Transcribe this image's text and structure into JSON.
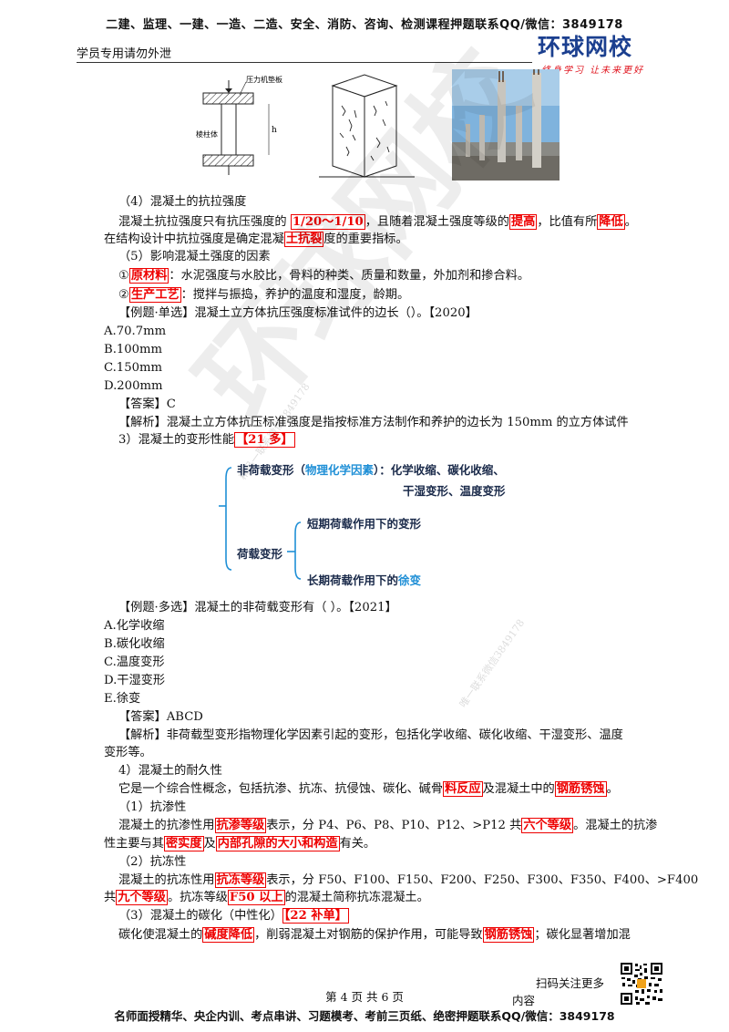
{
  "header": {
    "top_banner": "二建、监理、一建、一造、二造、安全、消防、咨询、检测课程押题联系QQ/微信：3849178",
    "left_note": "学员专用请勿外泄",
    "logo_text": "环球网校",
    "logo_slogan": "终身学习 让未来更好"
  },
  "figure": {
    "label_plate": "压力机垫板",
    "label_body": "棱柱体",
    "label_h": "h"
  },
  "section4": {
    "heading": "（4）混凝土的抗拉强度",
    "p1_a": "混凝土抗拉强度只有抗压强度的",
    "p1_h1": "1/20～1/10",
    "p1_b": "，且随着混凝土强度等级的",
    "p1_h2": "提高",
    "p1_c": "，比值有所",
    "p1_h3": "降低",
    "p1_d": "。",
    "p2_a": "在结构设计中抗拉强度是确定混凝",
    "p2_h1": "土抗裂",
    "p2_b": "度的重要指标。"
  },
  "section5": {
    "heading": "（5）影响混凝土强度的因素",
    "i1_pre": "①",
    "i1_h": "原材料",
    "i1_text": "：水泥强度与水胶比，骨料的种类、质量和数量，外加剂和掺合料。",
    "i2_pre": "②",
    "i2_h": "生产工艺",
    "i2_text": "：搅拌与振捣，养护的温度和湿度，龄期。"
  },
  "example1": {
    "question": "【例题·单选】混凝土立方体抗压强度标准试件的边长（）。【2020】",
    "options": [
      "A.70.7mm",
      "B.100mm",
      "C.150mm",
      "D.200mm"
    ],
    "answer": "【答案】C",
    "analysis": "【解析】混凝土立方体抗压标准强度是指按标准方法制作和养护的边长为 150mm 的立方体试件"
  },
  "section3": {
    "heading_a": "3）混凝土的变形性能",
    "heading_h": "【21 多】"
  },
  "mindmap": {
    "nonload_a": "非荷载变形（",
    "nonload_blue": "物理化学因素",
    "nonload_b": "）：化学收缩、碳化收缩、",
    "nonload_line2": "干湿变形、温度变形",
    "load": "荷载变形",
    "short": "短期荷载作用下的变形",
    "long_a": "长期荷载作用下的",
    "long_blue": "徐变"
  },
  "example2": {
    "question": "【例题·多选】混凝土的非荷载变形有（ ）。【2021】",
    "options": [
      "A.化学收缩",
      "B.碳化收缩",
      "C.温度变形",
      "D.干湿变形",
      "E.徐变"
    ],
    "answer": "【答案】ABCD",
    "analysis_l1": "【解析】非荷载型变形指物理化学因素引起的变形，包括化学收缩、碳化收缩、干湿变形、温度",
    "analysis_l2": "变形等。"
  },
  "section_durability": {
    "heading": "4）混凝土的耐久性",
    "p_a": "它是一个综合性概念，包括抗渗、抗冻、抗侵蚀、碳化、碱骨",
    "p_h1": "料反应",
    "p_b": "及混凝土中的",
    "p_h2": "钢筋锈蚀",
    "p_c": "。",
    "sub1": "（1）抗渗性",
    "s1_a": "混凝土的抗渗性用",
    "s1_h1": "抗渗等级",
    "s1_b": "表示，分 P4、P6、P8、P10、P12、>P12 共",
    "s1_h2": "六个等级",
    "s1_c": "。混凝土的抗渗",
    "s1_d": "性主要与其",
    "s1_h3": "密实度",
    "s1_e": "及",
    "s1_h4": "内部孔隙的大小和构造",
    "s1_f": "有关。",
    "sub2": "（2）抗冻性",
    "s2_a": "混凝土的抗冻性用",
    "s2_h1": "抗冻等级",
    "s2_b": "表示，分 F50、F100、F150、F200、F250、F300、F350、F400、>F400",
    "s2_c": "共",
    "s2_h2": "九个等级",
    "s2_d": "。抗冻等级",
    "s2_h3": "F50 以上",
    "s2_e": "的混凝土简称抗冻混凝土。",
    "sub3_a": "（3）混凝土的碳化（中性化）",
    "sub3_h": "【22 补单】",
    "s3_a": "碳化使混凝土的",
    "s3_h1": "碱度降低",
    "s3_b": "，削弱混凝土对钢筋的保护作用，可能导致",
    "s3_h2": "钢筋锈蚀",
    "s3_c": "；碳化显著增加混"
  },
  "watermark": {
    "big": "环球网校",
    "small1": "精品一联系微信3849178",
    "small2": "唯一联系微信3849178"
  },
  "footer": {
    "page": "第 4 页 共 6 页",
    "qr_text1": "扫码关注更多",
    "qr_text2": "内容",
    "bottom": "名师面授精华、央企内训、考点串讲、习题模考、考前三页纸、绝密押题联系QQ/微信：3849178"
  },
  "colors": {
    "highlight_red": "#e00000",
    "logo_blue": "#1b3f8f",
    "mind_blue": "#1f8fd6"
  }
}
